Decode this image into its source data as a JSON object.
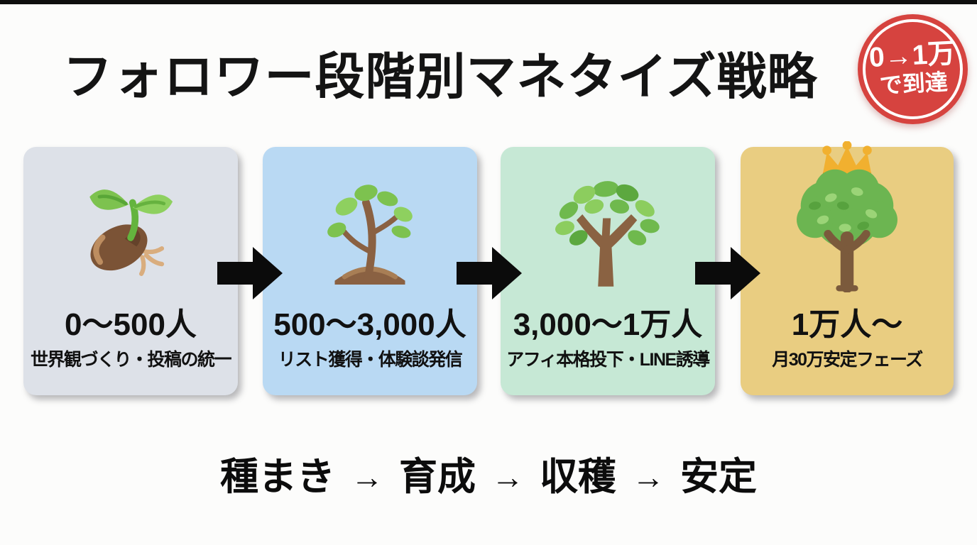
{
  "page": {
    "background": "#fcfcfb",
    "top_bar_color": "#0e0e0e"
  },
  "header": {
    "title": "フォロワー段階別マネタイズ戦略",
    "badge": {
      "line1": "0→1万",
      "line2": "で到達",
      "bg_color": "#d6433f",
      "ring_color": "#ffffff"
    }
  },
  "stages": [
    {
      "range": "0〜500人",
      "strategy": "世界観づくり・投稿の統一",
      "icon": "seed-sprout-icon",
      "bg": "#dde1e8"
    },
    {
      "range": "500〜3,000人",
      "strategy": "リスト獲得・体験談発信",
      "icon": "sapling-icon",
      "bg": "#b9d9f3"
    },
    {
      "range": "3,000〜1万人",
      "strategy": "アフィ本格投下・LINE誘導",
      "icon": "tree-icon",
      "bg": "#c6e8d5"
    },
    {
      "range": "1万人〜",
      "strategy": "月30万安定フェーズ",
      "icon": "crowned-tree-icon",
      "bg": "#e9cd81"
    }
  ],
  "arrow": {
    "color": "#0b0b0b"
  },
  "footer": {
    "steps": [
      "種まき",
      "育成",
      "収穫",
      "安定"
    ],
    "separator": "→"
  }
}
